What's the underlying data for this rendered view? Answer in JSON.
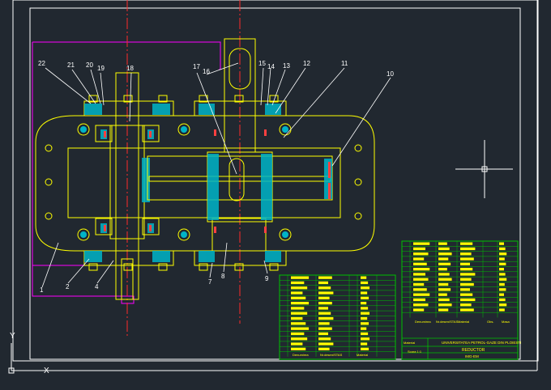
{
  "viewport": {
    "background": "#212830",
    "crosshair_color": "#ffffff",
    "ucs_labels": {
      "x": "X",
      "y": "Y"
    }
  },
  "drawing": {
    "colors": {
      "frame": "#ffffff",
      "outline": "#ffff00",
      "hatch": "#00b4c8",
      "centerline": "#ff2a2a",
      "leader": "#ffffff",
      "boundary": "#ff00ff",
      "bearing": "#ff4040",
      "title_grid": "#00c000",
      "title_fill": "#ffff00"
    },
    "balloons": [
      "22",
      "21",
      "20",
      "19",
      "18",
      "17",
      "16",
      "15",
      "14",
      "13",
      "12",
      "11",
      "10",
      "1",
      "2",
      "4",
      "7",
      "8",
      "9"
    ]
  },
  "title_block": {
    "columns_left": [
      "Denumirea",
      "Nr.desen/STAS",
      "Material"
    ],
    "columns_right": [
      "Denumirea",
      "Nr.desen/STAS",
      "Material",
      "Obs.",
      "Masa"
    ],
    "institution": "UNIVERSITATEA PETROL-GAZE DIN PLOIESTI",
    "drawing_title": "REDUCTOR",
    "drawing_code": "IMG-EM",
    "scale": "Scara 1:1",
    "material_label": "Material"
  }
}
